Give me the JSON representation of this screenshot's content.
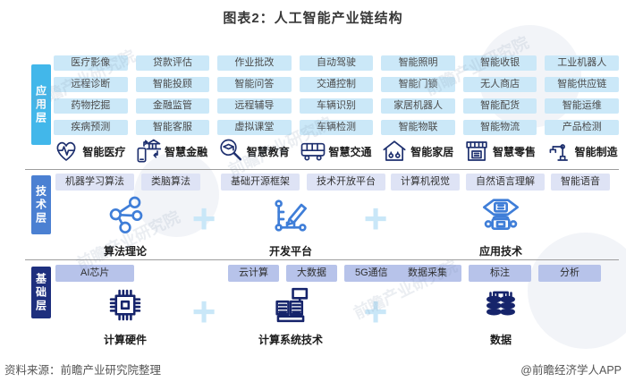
{
  "title": "图表2：人工智能产业链结构",
  "symbols": {
    "plus": "+"
  },
  "watermark": "前瞻产业研究院",
  "colors": {
    "app_layer": "#42b7ea",
    "tech_layer": "#4b80d2",
    "foundation_layer": "#1e2f7e",
    "app_pill_bg": "#cbe8f8",
    "tech_tag_bg": "#dee3f5",
    "foundation_tag_bg": "#b7c3ea",
    "icon_navy": "#1d2f6e",
    "icon_blue": "#3f7ed8",
    "icon_dark_navy": "#16246b",
    "plus_blue": "#c9e7f8"
  },
  "layers": {
    "application": {
      "label": "应用层",
      "columns": [
        {
          "name": "智能医疗",
          "icon": "medical-heartbeat-icon",
          "items": [
            "医疗影像",
            "远程诊断",
            "药物挖掘",
            "疾病预测"
          ]
        },
        {
          "name": "智慧金融",
          "icon": "bank-finance-icon",
          "items": [
            "贷款评估",
            "智能投顾",
            "金融监管",
            "智能客服"
          ]
        },
        {
          "name": "智慧教育",
          "icon": "education-search-icon",
          "items": [
            "作业批改",
            "智能问答",
            "远程辅导",
            "虚拟课堂"
          ]
        },
        {
          "name": "智慧交通",
          "icon": "bus-icon",
          "items": [
            "自动驾驶",
            "交通控制",
            "车辆识别",
            "车辆检测"
          ]
        },
        {
          "name": "智能家居",
          "icon": "smart-home-icon",
          "items": [
            "智能照明",
            "智能门锁",
            "家居机器人",
            "智能物联"
          ]
        },
        {
          "name": "智慧零售",
          "icon": "storefront-icon",
          "items": [
            "智能收银",
            "无人商店",
            "智能配货",
            "智能物流"
          ]
        },
        {
          "name": "智能制造",
          "icon": "robot-arm-icon",
          "items": [
            "工业机器人",
            "智能供应链",
            "智能运维",
            "产品检测"
          ]
        }
      ]
    },
    "technology": {
      "label": "技术层",
      "groups": [
        {
          "name": "算法理论",
          "icon": "network-nodes-icon",
          "tags": [
            "机器学习算法",
            "类脑算法"
          ]
        },
        {
          "name": "开发平台",
          "icon": "design-platform-icon",
          "tags": [
            "基础开源框架",
            "技术开放平台"
          ]
        },
        {
          "name": "应用技术",
          "icon": "robot-vision-icon",
          "tags": [
            "计算机视觉",
            "自然语言理解",
            "智能语音"
          ]
        }
      ]
    },
    "foundation": {
      "label": "基础层",
      "groups": [
        {
          "name": "计算硬件",
          "icon": "chip-icon",
          "tags": [
            "AI芯片"
          ]
        },
        {
          "name": "计算系统技术",
          "icon": "computer-system-icon",
          "tags": [
            "云计算",
            "大数据",
            "5G通信"
          ]
        },
        {
          "name": "数据",
          "icon": "database-icon",
          "tags": [
            "数据采集",
            "标注",
            "分析"
          ]
        }
      ]
    }
  },
  "footer": {
    "source": "资料来源：前瞻产业研究院整理",
    "credit": "@前瞻经济学人APP"
  }
}
